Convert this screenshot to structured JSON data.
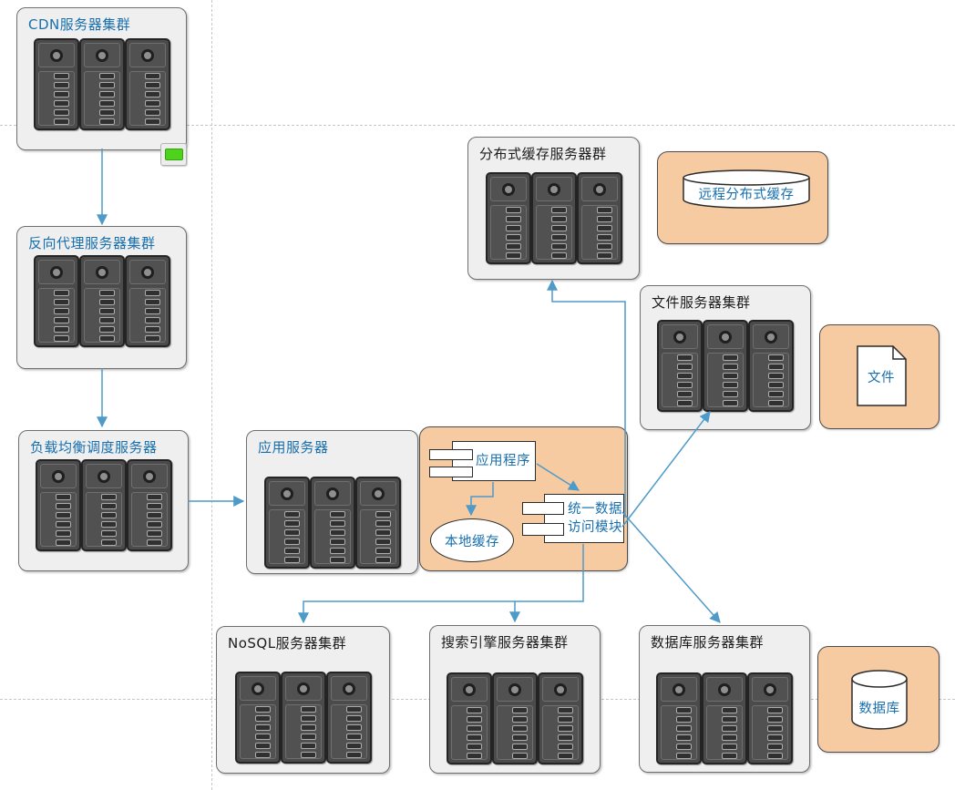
{
  "clusters": [
    {
      "id": "cdn",
      "label": "CDN服务器集群"
    },
    {
      "id": "reverse-proxy",
      "label": "反向代理服务器集群"
    },
    {
      "id": "load-balancer",
      "label": "负载均衡调度服务器"
    },
    {
      "id": "app-server",
      "label": "应用服务器"
    },
    {
      "id": "distributed-cache",
      "label": "分布式缓存服务器群"
    },
    {
      "id": "file-server",
      "label": "文件服务器集群"
    },
    {
      "id": "nosql",
      "label": "NoSQL服务器集群"
    },
    {
      "id": "search-engine",
      "label": "搜索引擎服务器集群"
    },
    {
      "id": "database",
      "label": "数据库服务器集群"
    }
  ],
  "app_panel": {
    "application_label": "应用程序",
    "local_cache_label": "本地缓存",
    "data_access_line1": "统一数据",
    "data_access_line2": "访问模块"
  },
  "stores": {
    "remote_cache_label": "远程分布式缓存",
    "file_label": "文件",
    "database_label": "数据库"
  },
  "edges": [
    {
      "from": "cdn",
      "to": "reverse-proxy"
    },
    {
      "from": "reverse-proxy",
      "to": "load-balancer"
    },
    {
      "from": "load-balancer",
      "to": "app-server"
    },
    {
      "from": "application",
      "to": "local-cache"
    },
    {
      "from": "application",
      "to": "data-access-module"
    },
    {
      "from": "data-access-module",
      "to": "distributed-cache"
    },
    {
      "from": "data-access-module",
      "to": "file-server"
    },
    {
      "from": "data-access-module",
      "to": "nosql"
    },
    {
      "from": "data-access-module",
      "to": "search-engine"
    },
    {
      "from": "data-access-module",
      "to": "database"
    }
  ],
  "colors": {
    "title_blue": "#176fae",
    "title_black": "#1c1c1c",
    "cluster_fill": "#efefef",
    "panel_orange_fill": "#f6cba2",
    "connector_blue": "#4e9ac9",
    "indicator_green": "#4ed31d",
    "rack_gray": "#4b4b4b"
  }
}
